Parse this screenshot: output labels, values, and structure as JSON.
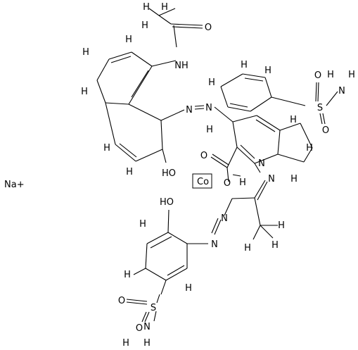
{
  "molecule": {
    "counter_ion": "Na+",
    "metal": "Co",
    "atom_labels": {
      "h_top_left": "H",
      "h_top_mid": "H",
      "h_top_right": "H",
      "o_acetyl": "O",
      "nh_amide": "NH",
      "h_ring1": "H",
      "h_ring2": "H",
      "h_ring3": "H",
      "h_ring4": "H",
      "h_ring5": "H",
      "h_ring6": "H",
      "h_ring7": "H",
      "azo1": "N",
      "azo2": "N",
      "ho_naph": "HO",
      "sulfonamide1_S": "S",
      "sulfonamide1_O1": "O",
      "sulfonamide1_O2": "O",
      "sulfonamide1_N": "N",
      "sulfonamide1_H1": "H",
      "sulfonamide1_H2": "H",
      "ph_h1": "H",
      "ph_h2": "H",
      "ph_h3": "H",
      "ph_h4": "H",
      "ph_h5": "H",
      "carboxyl_O": "O",
      "carboxyl_OH": "O",
      "carboxyl_H": "H",
      "n_ring": "N",
      "n_hydrazone": "N",
      "ho_lower": "HO",
      "azo3": "N",
      "azo4": "N",
      "methyl_H1": "H",
      "methyl_H2": "H",
      "methyl_H3": "H",
      "low_h1": "H",
      "low_h2": "H",
      "low_h3": "H",
      "sulfonamide2_S": "S",
      "sulfonamide2_O1": "O",
      "sulfonamide2_O2": "O",
      "sulfonamide2_N": "N",
      "sulfonamide2_H1": "H",
      "sulfonamide2_H2": "H"
    }
  }
}
